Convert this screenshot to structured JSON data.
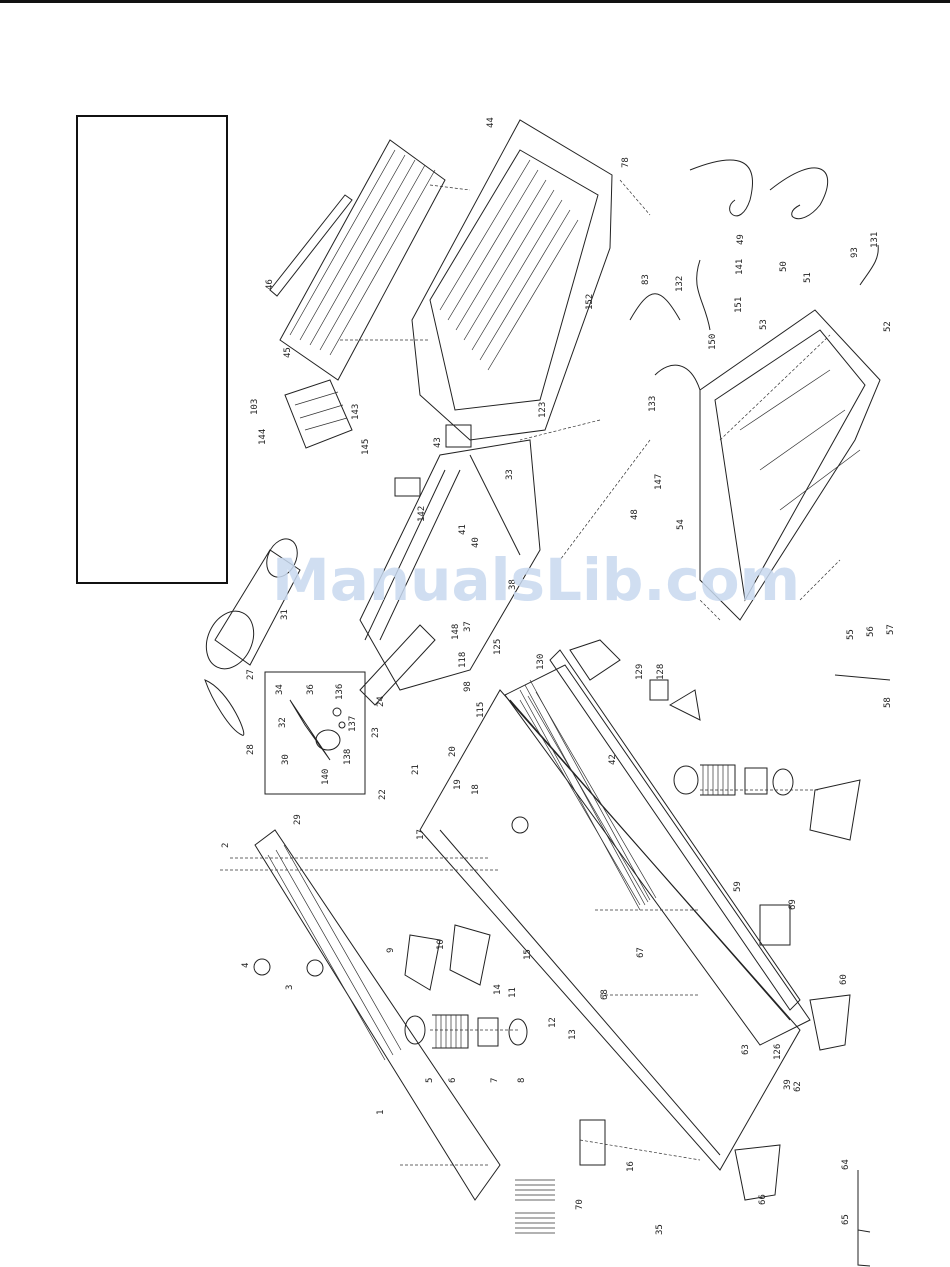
{
  "watermark": "ManualsLib.com",
  "part_numbers": [
    "1",
    "2",
    "3",
    "4",
    "5",
    "6",
    "7",
    "8",
    "9",
    "10",
    "11",
    "12",
    "13",
    "14",
    "15",
    "16",
    "17",
    "18",
    "19",
    "20",
    "21",
    "22",
    "23",
    "24",
    "27",
    "28",
    "29",
    "30",
    "31",
    "32",
    "33",
    "34",
    "35",
    "36",
    "37",
    "38",
    "39",
    "40",
    "41",
    "42",
    "43",
    "44",
    "45",
    "46",
    "48",
    "49",
    "50",
    "51",
    "52",
    "53",
    "54",
    "55",
    "56",
    "57",
    "58",
    "59",
    "60",
    "62",
    "63",
    "64",
    "65",
    "66",
    "67",
    "68",
    "69",
    "70",
    "78",
    "83",
    "93",
    "98",
    "103",
    "115",
    "118",
    "123",
    "125",
    "126",
    "128",
    "129",
    "130",
    "131",
    "132",
    "133",
    "136",
    "137",
    "138",
    "140",
    "141",
    "142",
    "143",
    "144",
    "145",
    "147",
    "148",
    "150",
    "151",
    "152"
  ]
}
